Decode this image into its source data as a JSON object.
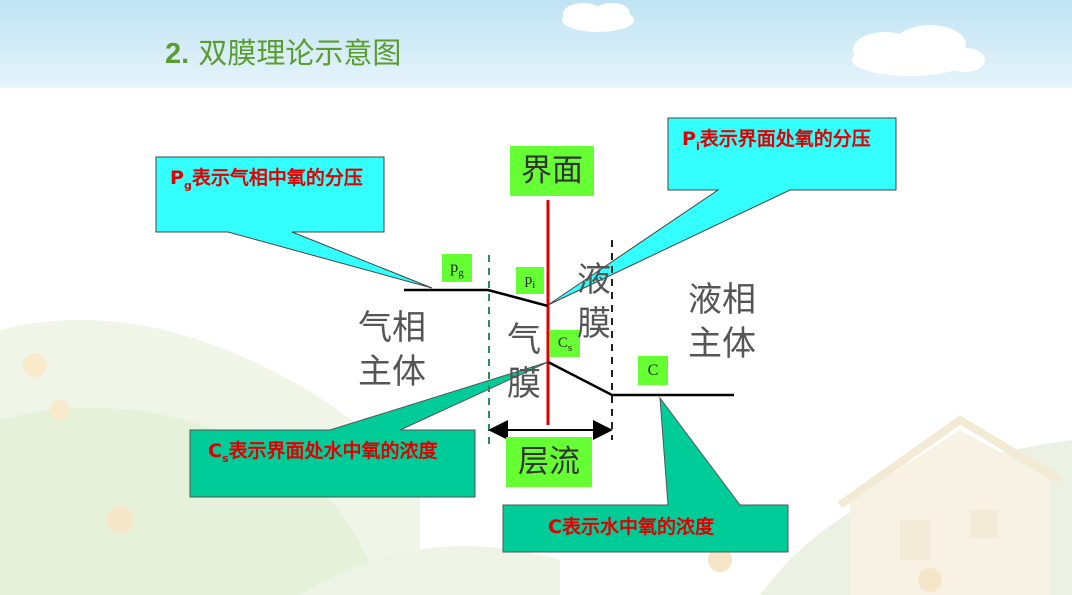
{
  "slide": {
    "title_number": "2.",
    "title_text": "双膜理论示意图"
  },
  "diagram": {
    "interface_label": "界面",
    "laminar_label": "层流",
    "gas_bulk_line1": "气相",
    "gas_bulk_line2": "主体",
    "liquid_bulk_line1": "液相",
    "liquid_bulk_line2": "主体",
    "gas_film_line1": "气",
    "gas_film_line2": "膜",
    "liquid_film_line1": "液",
    "liquid_film_line2": "膜",
    "box_pg_main": "p",
    "box_pg_sub": "g",
    "box_pi_main": "p",
    "box_pi_sub": "i",
    "box_cs_main": "C",
    "box_cs_sub": "s",
    "box_c": "C"
  },
  "callouts": {
    "pg_main": "P",
    "pg_sub": "g",
    "pg_text": "表示气相中氧的分压",
    "pi_main": "P",
    "pi_sub": "i",
    "pi_text": "表示界面处氧的分压",
    "cs_main": "C",
    "cs_sub": "s",
    "cs_text": "表示界面处水中氧的浓度",
    "c_text": "C表示水中氧的浓度"
  },
  "colors": {
    "title": "#5a9c2e",
    "interface_line": "#e00000",
    "callout_cyan": "#33ffff",
    "callout_green": "#00cc99",
    "label_box": "#66ff33",
    "callout_text": "#e00000"
  }
}
